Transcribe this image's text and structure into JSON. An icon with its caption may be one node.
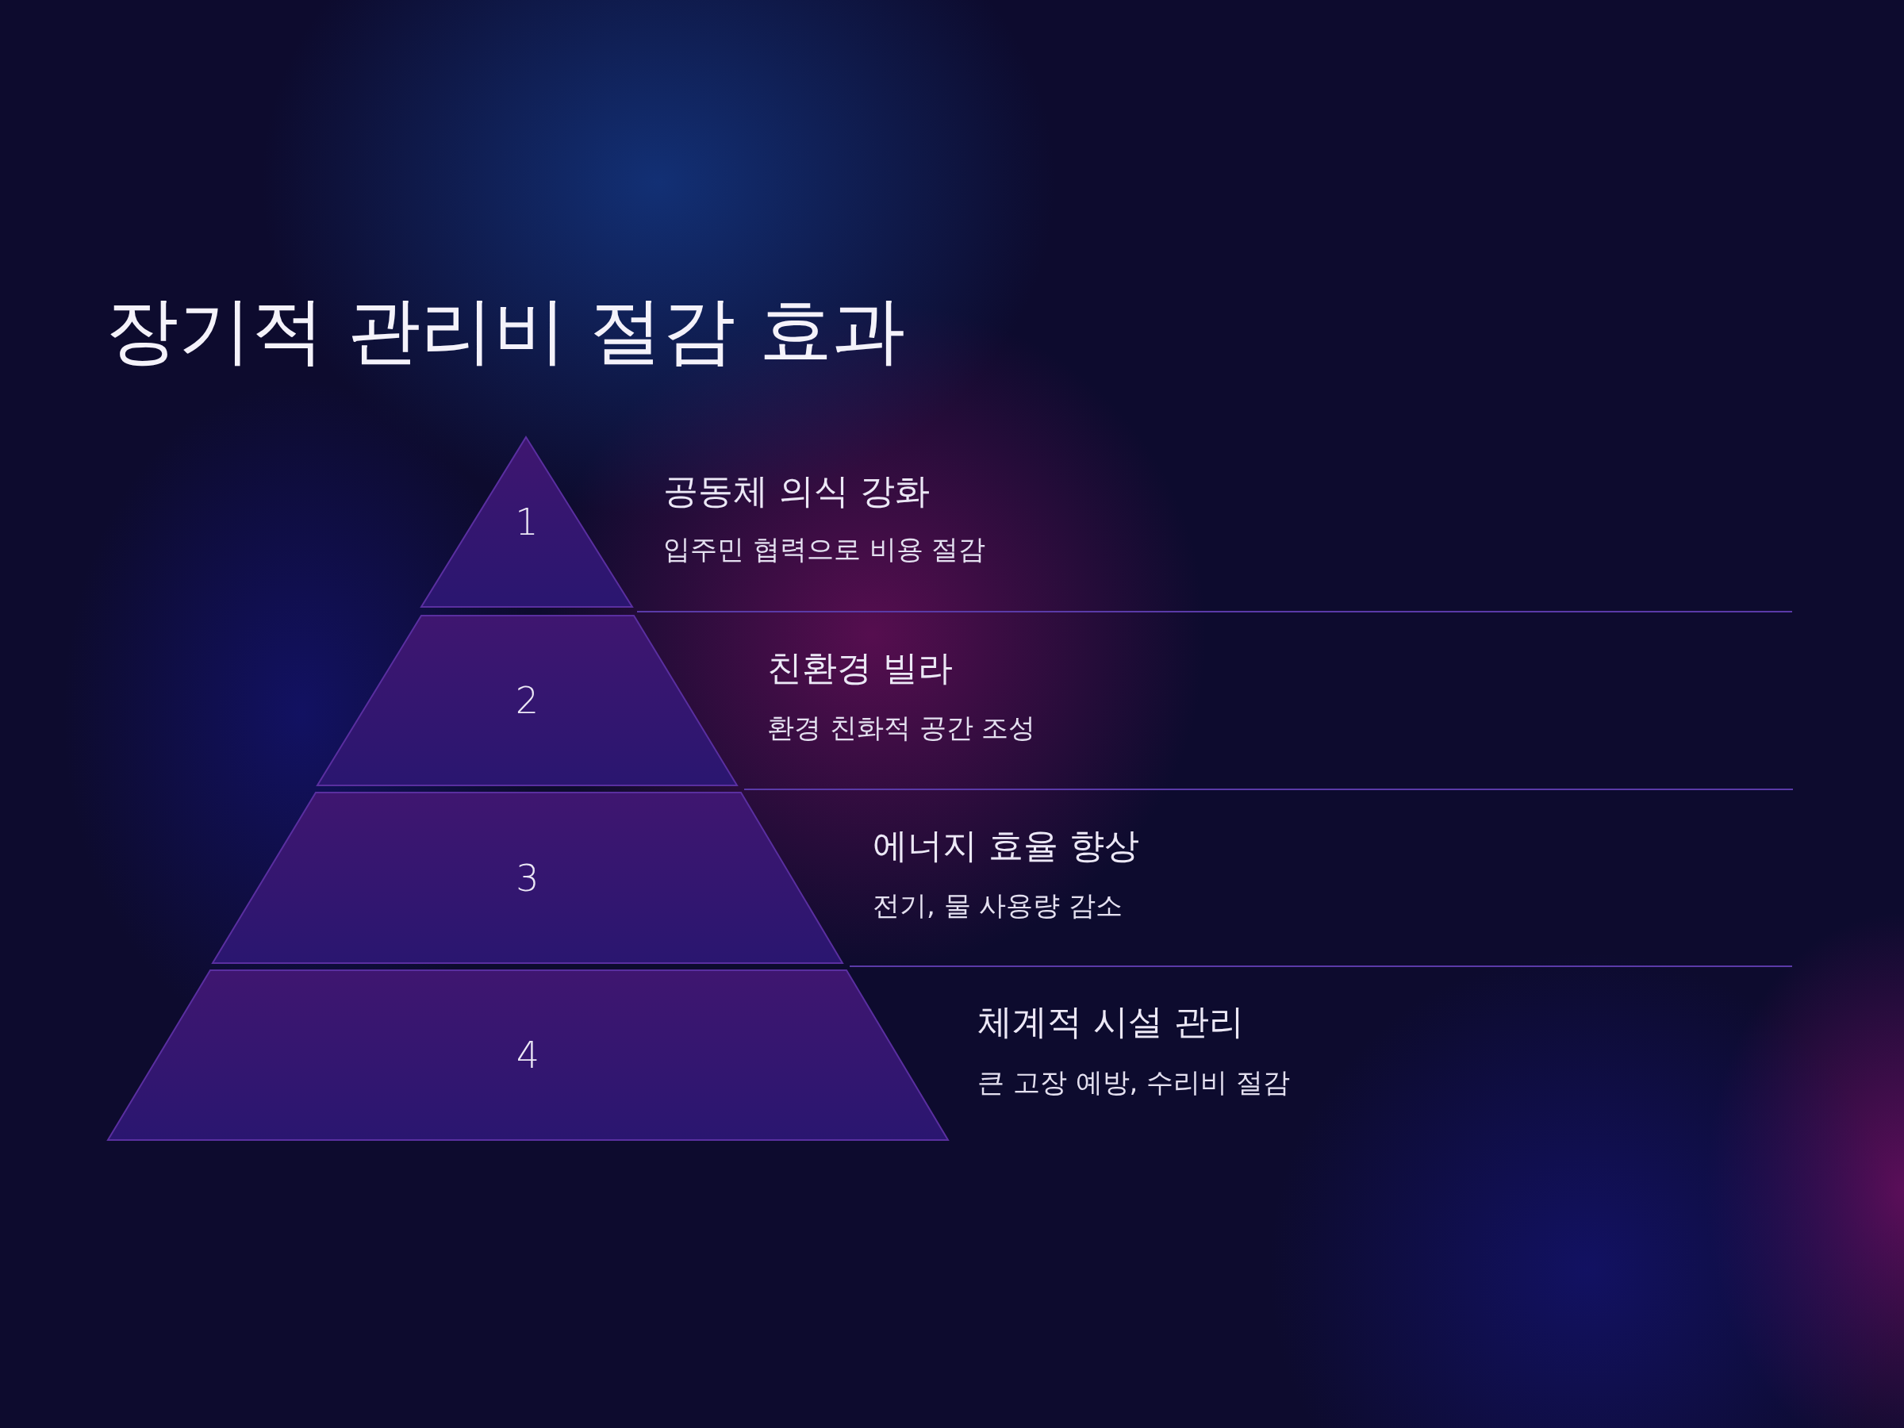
{
  "diagram": {
    "title": "장기적 관리비 절감 효과",
    "nodes": [
      {
        "text": [
          "1"
        ],
        "beside": [
          "공동체 의식 강화",
          "입주민 협력으로 비용 절감"
        ]
      },
      {
        "text": [
          "2"
        ],
        "beside": [
          "친환경 빌라",
          "환경 친화적 공간 조성"
        ]
      },
      {
        "text": [
          "3"
        ],
        "beside": [
          "에너지 효율 향상",
          "전기, 물 사용량 감소"
        ]
      },
      {
        "text": [
          "4"
        ],
        "beside": [
          "체계적 시설 관리",
          "큰 고장 예방, 수리비 절감"
        ]
      }
    ],
    "edges": []
  }
}
